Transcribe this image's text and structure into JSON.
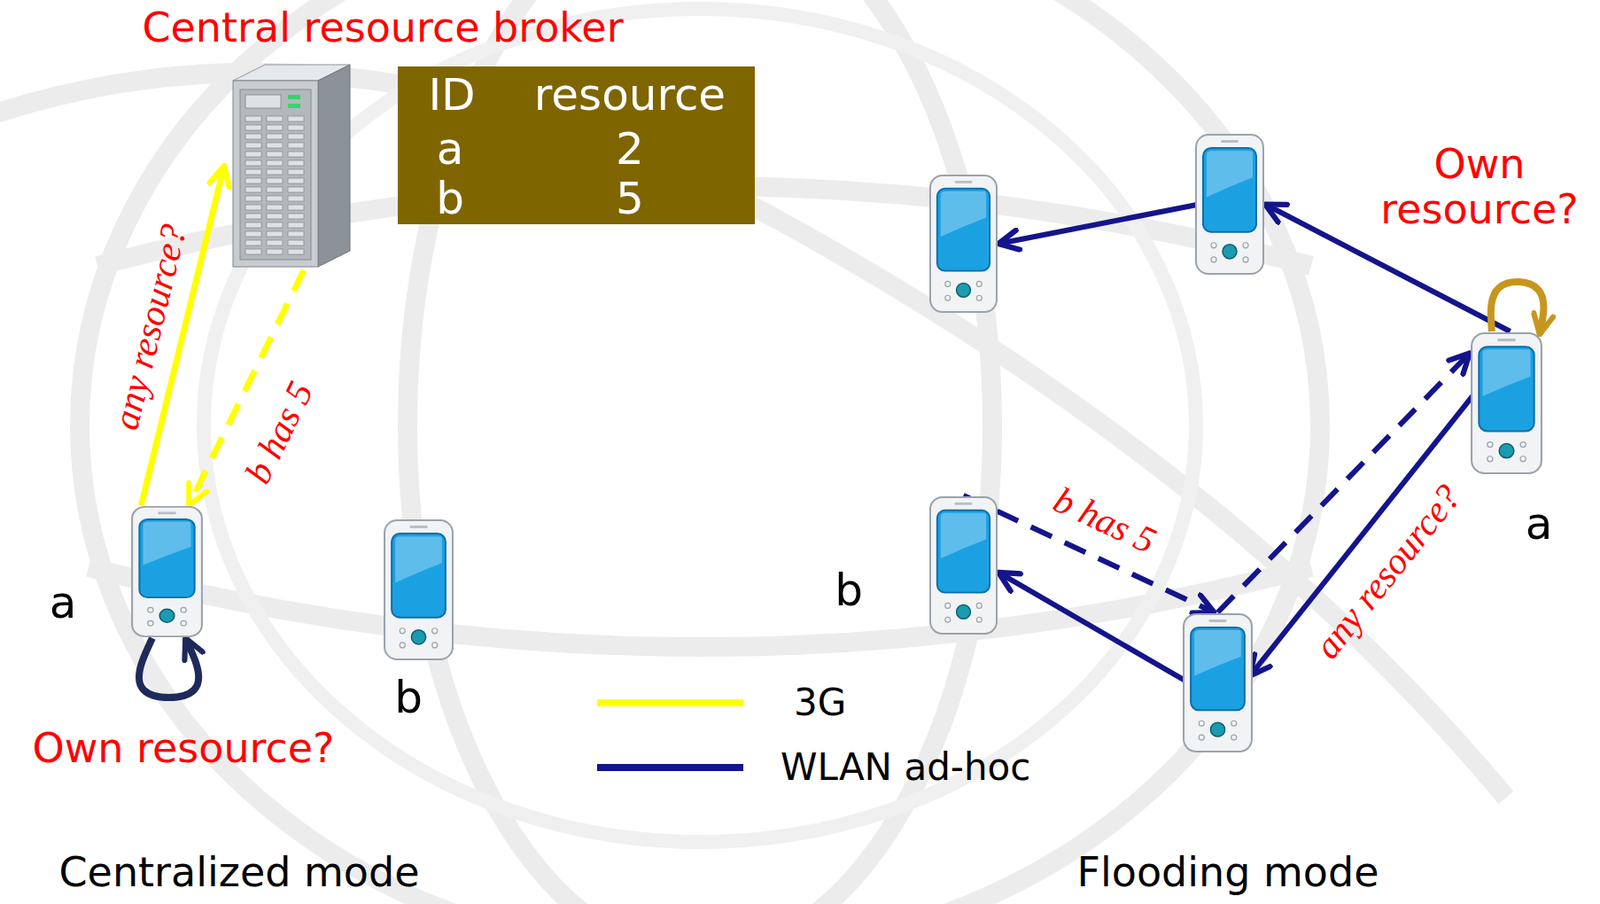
{
  "diagram": {
    "nodes": [
      {
        "text": [
          "Central resource broker"
        ]
      },
      {
        "text": []
      },
      {
        "text": []
      },
      {
        "text": [
          "a"
        ]
      },
      {
        "text": [
          "b"
        ]
      },
      {
        "text": []
      },
      {
        "text": [
          "a"
        ]
      },
      {
        "text": [
          "b"
        ]
      }
    ],
    "edges": [
      {
        "from": 6,
        "to": 0,
        "label": "any resource?",
        "arrow": "to"
      },
      {
        "from": 0,
        "to": 6,
        "label": "b has 5",
        "arrow": "to"
      },
      {
        "from": 6,
        "to": 6,
        "label": "Own resource?",
        "arrow": "to"
      },
      {
        "from": 3,
        "to": 2,
        "arrow": "to"
      },
      {
        "from": 2,
        "to": 1,
        "arrow": "to"
      },
      {
        "from": 3,
        "to": 5,
        "label": "any resource?",
        "arrow": "to"
      },
      {
        "from": 5,
        "to": 4,
        "arrow": "to"
      },
      {
        "from": 4,
        "to": 5,
        "label": "b has 5",
        "arrow": "to"
      },
      {
        "from": 5,
        "to": 3,
        "arrow": "to"
      },
      {
        "from": 3,
        "to": 3,
        "label": "Own resource?",
        "arrow": "to"
      }
    ],
    "labels": [
      "ID",
      "resource",
      "a",
      "2",
      "b",
      "5",
      "Centralized mode",
      "Flooding mode"
    ],
    "legend": [
      {
        "text": "3G",
        "color": "#ffff00"
      },
      {
        "text": "WLAN ad-hoc",
        "color": "#14148c"
      }
    ]
  }
}
